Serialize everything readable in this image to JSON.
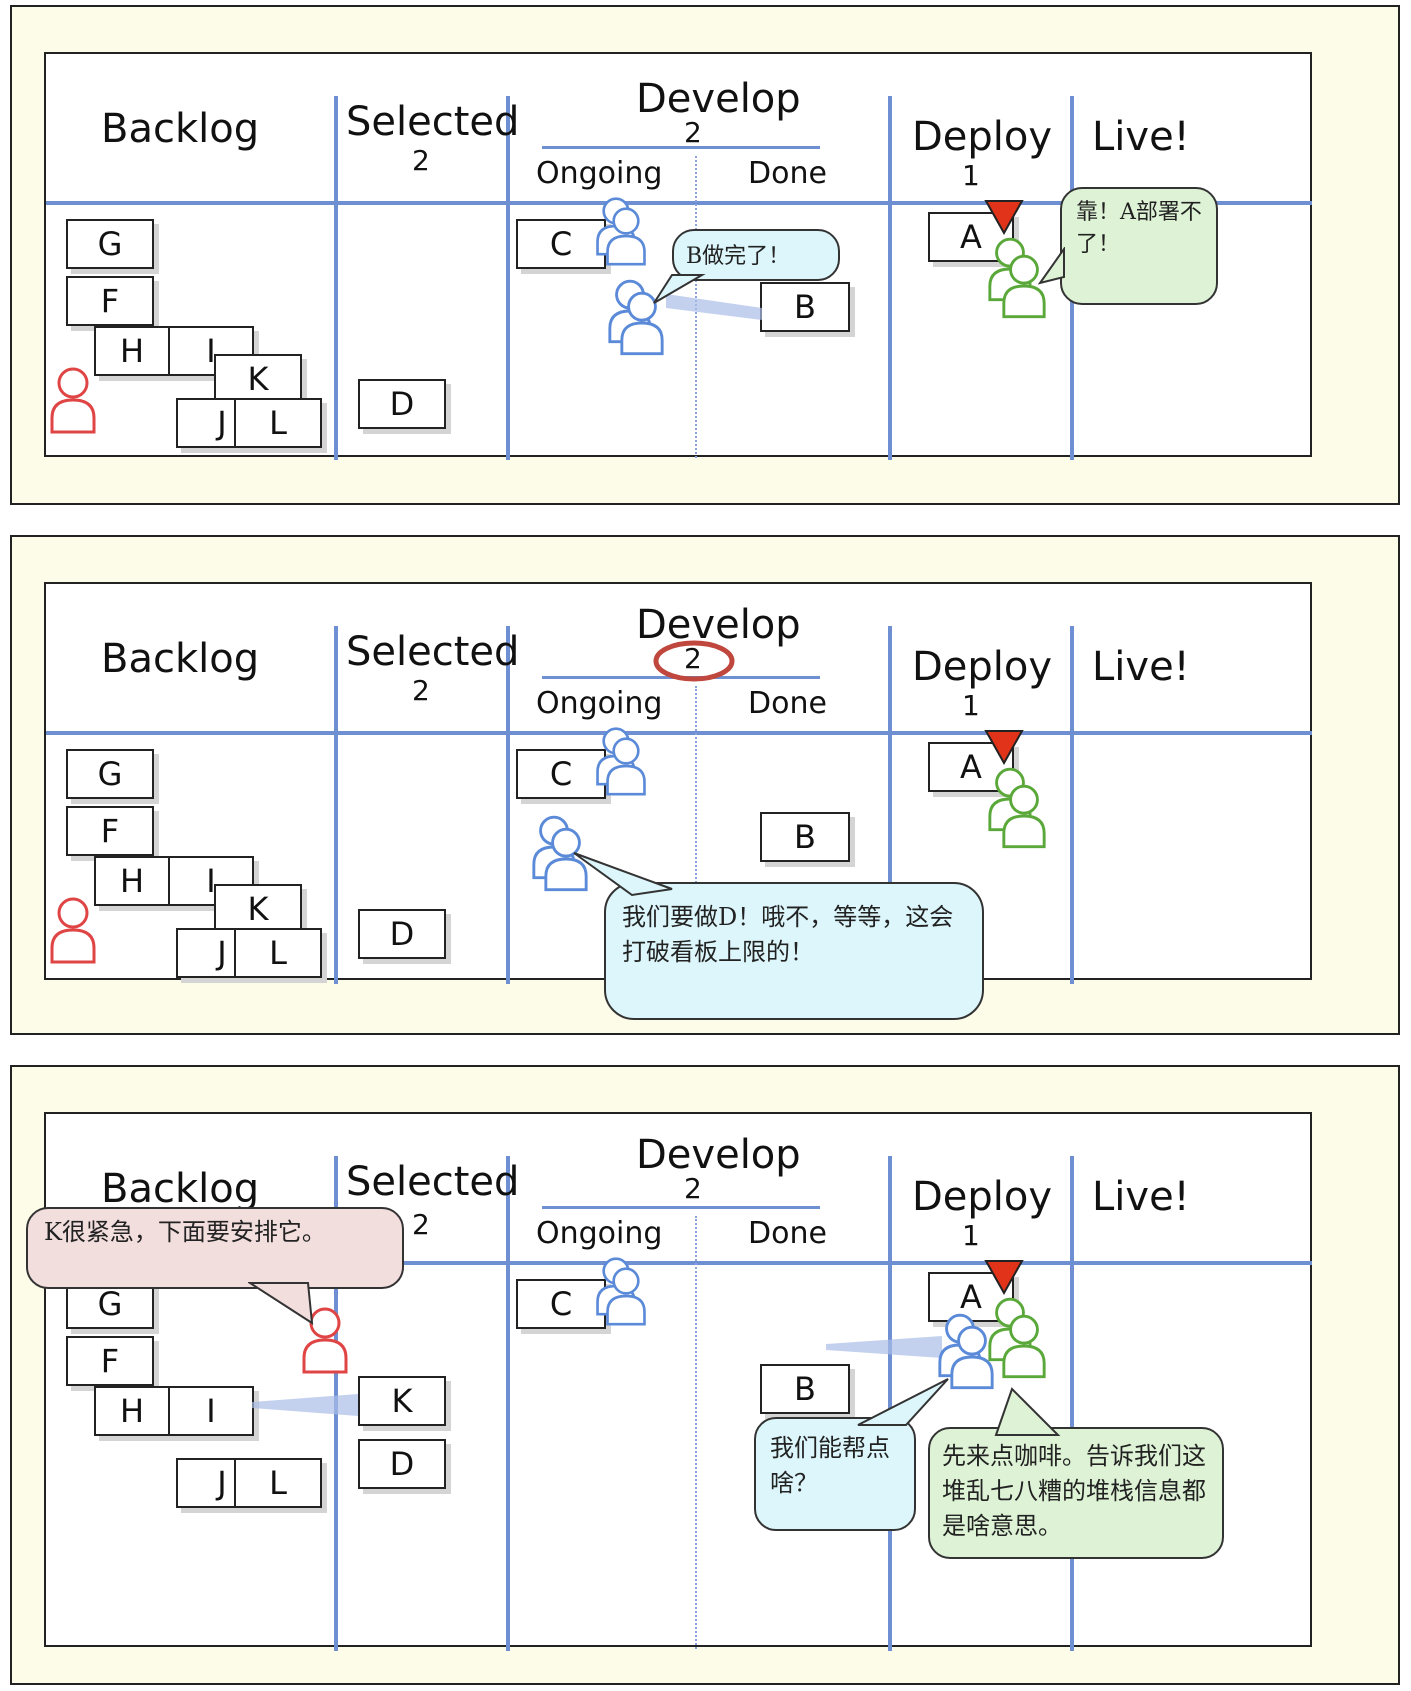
{
  "columns": {
    "backlog": "Backlog",
    "selected": "Selected",
    "selected_limit": "2",
    "develop": "Develop",
    "develop_limit": "2",
    "ongoing": "Ongoing",
    "done": "Done",
    "deploy": "Deploy",
    "deploy_limit": "1",
    "live": "Live!"
  },
  "cards": {
    "g": "G",
    "f": "F",
    "h": "H",
    "i": "I",
    "k": "K",
    "j": "J",
    "l": "L",
    "d": "D",
    "c": "C",
    "b": "B",
    "a": "A"
  },
  "bubbles": {
    "p1_b_done": "B做完了！",
    "p1_a_deploy_fail": "靠！A部署不了！",
    "p2_wip_limit": "我们要做D！哦不，等等，这会打破看板上限的！",
    "p3_k_urgent": "K很紧急，下面要安排它。",
    "p3_can_help": "我们能帮点啥？",
    "p3_coffee": "先来点咖啡。告诉我们这堆乱七八糟的堆栈信息都是啥意思。"
  },
  "colors": {
    "panel_bg": "#fdfce8",
    "lane_line": "#6e8fd1",
    "blocked_marker": "#e0331a",
    "team_blue": "#5b8ad8",
    "team_green": "#5aa83a",
    "product_owner_red": "#e04545",
    "wip_circle": "#c0473d"
  },
  "icons": {
    "person": "person-icon",
    "blocked": "blocked-triangle-icon"
  }
}
